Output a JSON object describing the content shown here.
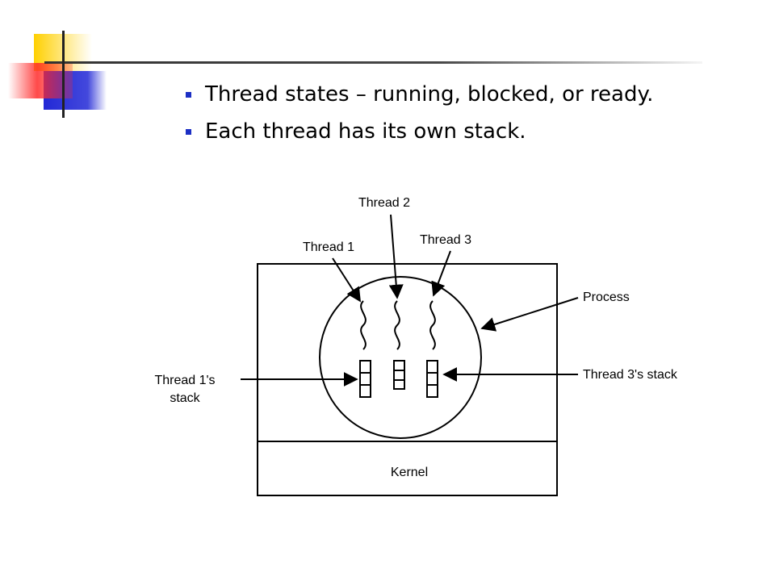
{
  "colors": {
    "bullet": "#1c2fc4",
    "decor_yellow": "#ffd000",
    "decor_red": "#ff2a2a",
    "decor_blue": "#2228d6",
    "rule": "#333333"
  },
  "bullets": [
    "Thread states – running, blocked, or ready.",
    "Each thread has its own stack."
  ],
  "diagram": {
    "labels": {
      "thread1": "Thread 1",
      "thread2": "Thread 2",
      "thread3": "Thread 3",
      "process": "Process",
      "thread1_stack_line1": "Thread 1's",
      "thread1_stack_line2": "stack",
      "thread3_stack": "Thread 3's stack",
      "kernel": "Kernel"
    }
  }
}
